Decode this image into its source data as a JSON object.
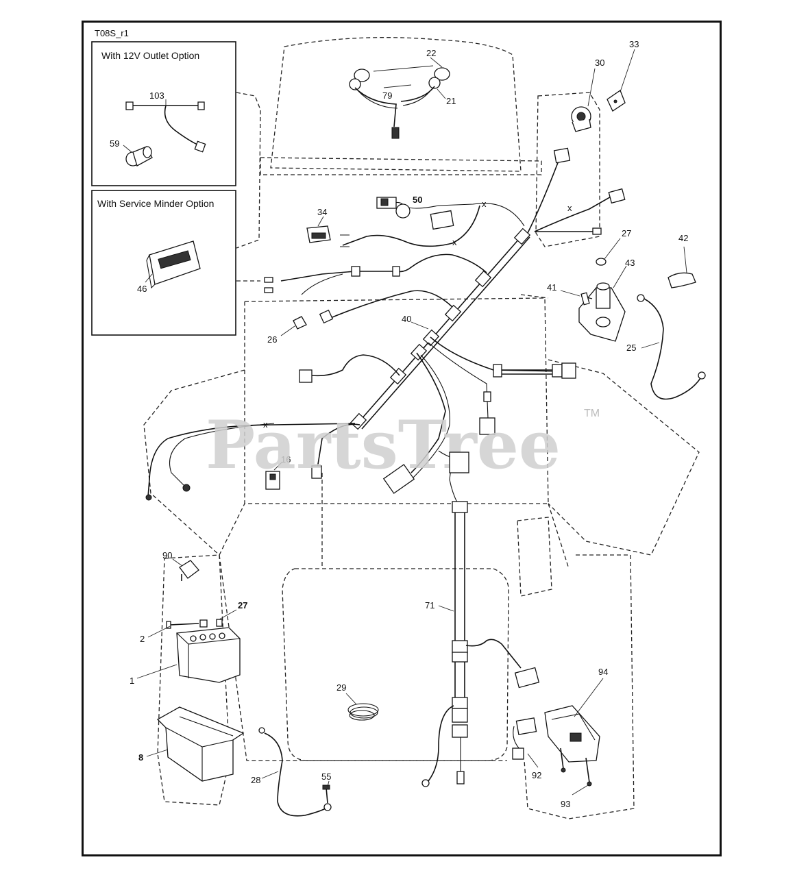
{
  "diagram": {
    "ref_code": "T08S_r1",
    "watermark": "PartsTree",
    "watermark_tm": "TM",
    "inset_outlet": {
      "title": "With 12V Outlet Option",
      "callouts": {
        "harness": "103",
        "outlet": "59"
      }
    },
    "inset_service": {
      "title": "With Service Minder Option",
      "callouts": {
        "minder": "46"
      }
    },
    "callouts": {
      "c22": "22",
      "c79": "79",
      "c21": "21",
      "c30": "30",
      "c33": "33",
      "c50": "50",
      "c34": "34",
      "c27a": "27",
      "c42": "42",
      "c43": "43",
      "c41": "41",
      "c25": "25",
      "c40": "40",
      "c26": "26",
      "c16": "16",
      "c90": "90",
      "c27b": "27",
      "c2": "2",
      "c1": "1",
      "c8": "8",
      "c71": "71",
      "c29": "29",
      "c94": "94",
      "c92": "92",
      "c93": "93",
      "c28": "28",
      "c55": "55"
    }
  }
}
